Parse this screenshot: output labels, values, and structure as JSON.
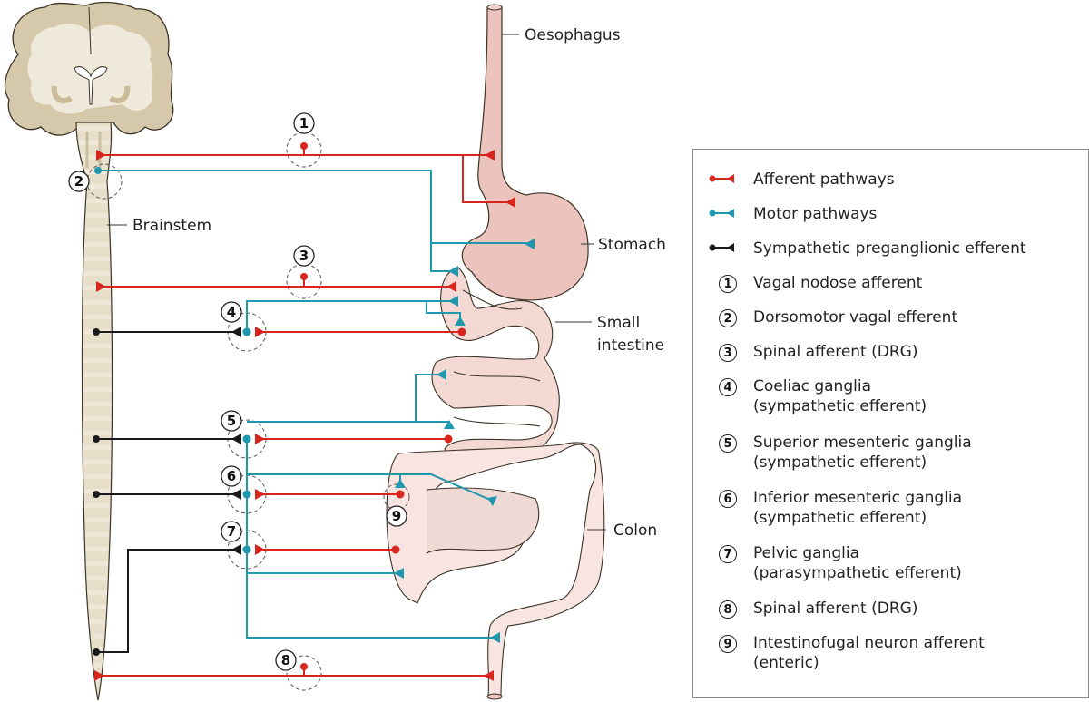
{
  "colors": {
    "afferent": "#d7261e",
    "motor": "#1f97ad",
    "sympathetic": "#1a1a1a",
    "tissue_spine": "#e6dcc6",
    "tissue_brain": "#d6c9ab",
    "tissue_gut": "#f3d3cf",
    "tissue_colon": "#f8e4e0"
  },
  "anatomy_labels": {
    "oesophagus": "Oesophagus",
    "stomach": "Stomach",
    "small_intestine_line1": "Small",
    "small_intestine_line2": "intestine",
    "colon": "Colon",
    "brainstem": "Brainstem"
  },
  "markers": [
    "1",
    "2",
    "3",
    "4",
    "5",
    "6",
    "7",
    "8",
    "9"
  ],
  "legend": {
    "pathways": [
      {
        "label": "Afferent pathways",
        "type": "afferent"
      },
      {
        "label": "Motor pathways",
        "type": "motor"
      },
      {
        "label": "Sympathetic preganglionic efferent",
        "type": "sympathetic"
      }
    ],
    "numbered": [
      {
        "num": "1",
        "lines": [
          "Vagal nodose afferent"
        ]
      },
      {
        "num": "2",
        "lines": [
          "Dorsomotor vagal efferent"
        ]
      },
      {
        "num": "3",
        "lines": [
          "Spinal afferent (DRG)"
        ]
      },
      {
        "num": "4",
        "lines": [
          "Coeliac ganglia",
          "(sympathetic efferent)"
        ]
      },
      {
        "num": "5",
        "lines": [
          "Superior mesenteric ganglia",
          "(sympathetic efferent)"
        ]
      },
      {
        "num": "6",
        "lines": [
          "Inferior mesenteric ganglia",
          "(sympathetic efferent)"
        ]
      },
      {
        "num": "7",
        "lines": [
          "Pelvic ganglia",
          "(parasympathetic efferent)"
        ]
      },
      {
        "num": "8",
        "lines": [
          "Spinal afferent (DRG)"
        ]
      },
      {
        "num": "9",
        "lines": [
          "Intestinofugal neuron afferent",
          "(enteric)"
        ]
      }
    ]
  }
}
